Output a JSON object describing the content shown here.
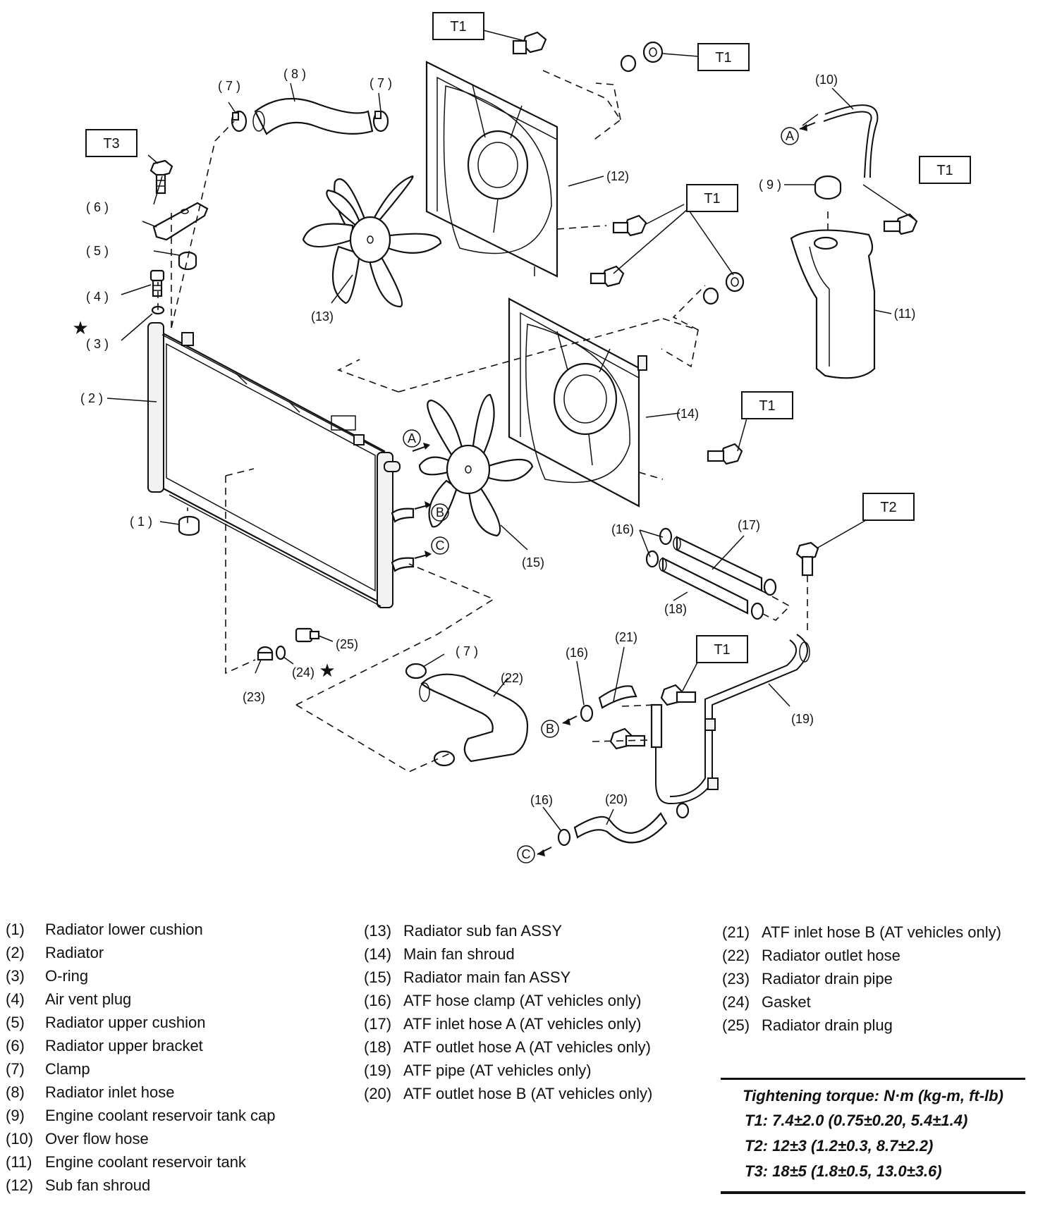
{
  "callouts": [
    {
      "id": "c1",
      "text": "( 1 )"
    },
    {
      "id": "c2",
      "text": "( 2 )"
    },
    {
      "id": "c3",
      "text": "( 3 )"
    },
    {
      "id": "c4",
      "text": "( 4 )"
    },
    {
      "id": "c5",
      "text": "( 5 )"
    },
    {
      "id": "c6",
      "text": "( 6 )"
    },
    {
      "id": "c7a",
      "text": "( 7 )"
    },
    {
      "id": "c7b",
      "text": "( 7 )"
    },
    {
      "id": "c7c",
      "text": "( 7 )"
    },
    {
      "id": "c8",
      "text": "( 8 )"
    },
    {
      "id": "c9",
      "text": "( 9 )"
    },
    {
      "id": "c10",
      "text": "(10)"
    },
    {
      "id": "c11",
      "text": "(11)"
    },
    {
      "id": "c12",
      "text": "(12)"
    },
    {
      "id": "c13",
      "text": "(13)"
    },
    {
      "id": "c14",
      "text": "(14)"
    },
    {
      "id": "c15",
      "text": "(15)"
    },
    {
      "id": "c16a",
      "text": "(16)"
    },
    {
      "id": "c16b",
      "text": "(16)"
    },
    {
      "id": "c16c",
      "text": "(16)"
    },
    {
      "id": "c17",
      "text": "(17)"
    },
    {
      "id": "c18",
      "text": "(18)"
    },
    {
      "id": "c19",
      "text": "(19)"
    },
    {
      "id": "c20",
      "text": "(20)"
    },
    {
      "id": "c21",
      "text": "(21)"
    },
    {
      "id": "c22",
      "text": "(22)"
    },
    {
      "id": "c23",
      "text": "(23)"
    },
    {
      "id": "c24",
      "text": "(24)"
    },
    {
      "id": "c25",
      "text": "(25)"
    }
  ],
  "torque_boxes": {
    "t1a": "T1",
    "t1b": "T1",
    "t1c": "T1",
    "t1d": "T1",
    "t1e": "T1",
    "t1f": "T1",
    "t2": "T2",
    "t3": "T3"
  },
  "connectors": {
    "a1": "A",
    "a2": "A",
    "b1": "B",
    "b2": "B",
    "c1": "C",
    "c2": "C"
  },
  "marks": {
    "star1": "★",
    "star2": "★"
  },
  "legend": [
    [
      {
        "num": "(1)",
        "text": "Radiator lower cushion"
      },
      {
        "num": "(2)",
        "text": "Radiator"
      },
      {
        "num": "(3)",
        "text": "O-ring"
      },
      {
        "num": "(4)",
        "text": "Air vent plug"
      },
      {
        "num": "(5)",
        "text": "Radiator upper cushion"
      },
      {
        "num": "(6)",
        "text": "Radiator upper bracket"
      },
      {
        "num": "(7)",
        "text": "Clamp"
      },
      {
        "num": "(8)",
        "text": "Radiator inlet hose"
      },
      {
        "num": "(9)",
        "text": "Engine coolant reservoir tank cap"
      },
      {
        "num": "(10)",
        "text": "Over flow hose"
      },
      {
        "num": "(11)",
        "text": "Engine coolant reservoir tank"
      },
      {
        "num": "(12)",
        "text": "Sub fan shroud"
      }
    ],
    [
      {
        "num": "(13)",
        "text": "Radiator sub fan ASSY"
      },
      {
        "num": "(14)",
        "text": "Main fan shroud"
      },
      {
        "num": "(15)",
        "text": "Radiator main fan ASSY"
      },
      {
        "num": "(16)",
        "text": "ATF hose clamp (AT vehicles only)"
      },
      {
        "num": "(17)",
        "text": "ATF inlet hose A (AT vehicles only)"
      },
      {
        "num": "(18)",
        "text": "ATF outlet hose A (AT vehicles only)"
      },
      {
        "num": "(19)",
        "text": "ATF pipe (AT vehicles only)"
      },
      {
        "num": "(20)",
        "text": "ATF outlet hose B (AT vehicles only)"
      }
    ],
    [
      {
        "num": "(21)",
        "text": "ATF inlet hose B (AT vehicles only)"
      },
      {
        "num": "(22)",
        "text": "Radiator outlet hose"
      },
      {
        "num": "(23)",
        "text": "Radiator drain pipe"
      },
      {
        "num": "(24)",
        "text": "Gasket"
      },
      {
        "num": "(25)",
        "text": "Radiator drain plug"
      }
    ]
  ],
  "torque": {
    "title": "Tightening torque: N·m (kg-m, ft-lb)",
    "rows": [
      "T1: 7.4±2.0 (0.75±0.20, 5.4±1.4)",
      "T2: 12±3 (1.2±0.3, 8.7±2.2)",
      "T3: 18±5 (1.8±0.5, 13.0±3.6)"
    ]
  }
}
